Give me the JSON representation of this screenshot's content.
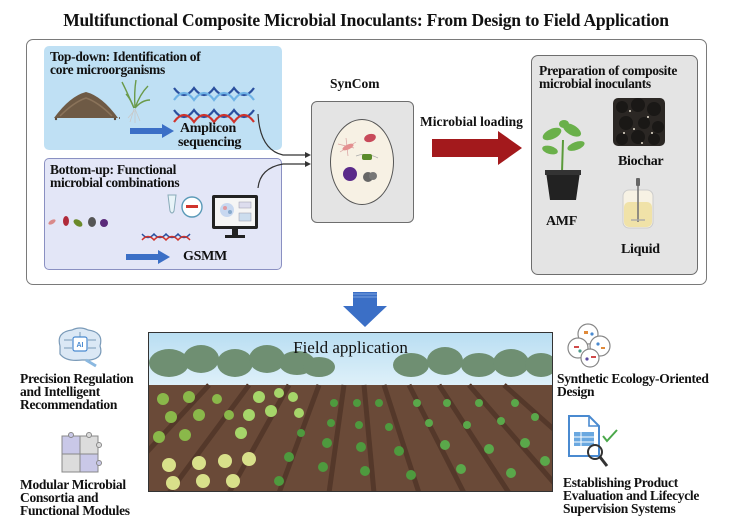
{
  "title": "Multifunctional Composite Microbial Inoculants: From Design to Field Application",
  "design": {
    "top_down": {
      "title_line1": "Top-down: Identification of",
      "title_line2": "core microorganisms",
      "method_line1": "Amplicon",
      "method_line2": "sequencing",
      "icons": [
        "soil-pile-icon",
        "grass-plant-icon",
        "dna-helix-icon",
        "dna-helix-icon"
      ]
    },
    "bottom_up": {
      "title_line1": "Bottom-up: Functional",
      "title_line2": "microbial combinations",
      "method": "GSMM",
      "icons": [
        "bacteria-icon",
        "test-tube-icon",
        "dna-helix-icon",
        "computer-monitor-icon"
      ]
    },
    "syncom": {
      "label": "SynCom",
      "icon": "petri-dish-icon"
    },
    "loading": {
      "label": "Microbial loading",
      "arrow_color": "#a3191c"
    },
    "preparation": {
      "title_line1": "Preparation of composite",
      "title_line2": "microbial inoculants",
      "items": [
        {
          "label": "AMF",
          "icon": "potted-plant-icon"
        },
        {
          "label": "Biochar",
          "icon": "biochar-icon"
        },
        {
          "label": "Liquid",
          "icon": "bioreactor-icon"
        }
      ]
    }
  },
  "field": {
    "title": "Field application",
    "arrow_color": "#3b6fc6"
  },
  "features": {
    "left": [
      {
        "line1": "Precision Regulation",
        "line2": "and Intelligent",
        "line3": "Recommendation",
        "icon": "ai-brain-icon"
      },
      {
        "line1": "Modular Microbial",
        "line2": "Consortia and",
        "line3": "Functional Modules",
        "icon": "puzzle-icon"
      }
    ],
    "right": [
      {
        "line1": "Synthetic Ecology-Oriented",
        "line2": "Design",
        "icon": "microbial-community-icon"
      },
      {
        "line1": "Establishing Product",
        "line2": "Evaluation and Lifecycle",
        "line3": "Supervision Systems",
        "icon": "document-inspection-icon"
      }
    ]
  },
  "colors": {
    "topdown_bg": "#bfe0f4",
    "bottomup_bg": "#e3e6f7",
    "panel_gray": "#e4e4e4",
    "blue_arrow": "#3b6fc6"
  }
}
